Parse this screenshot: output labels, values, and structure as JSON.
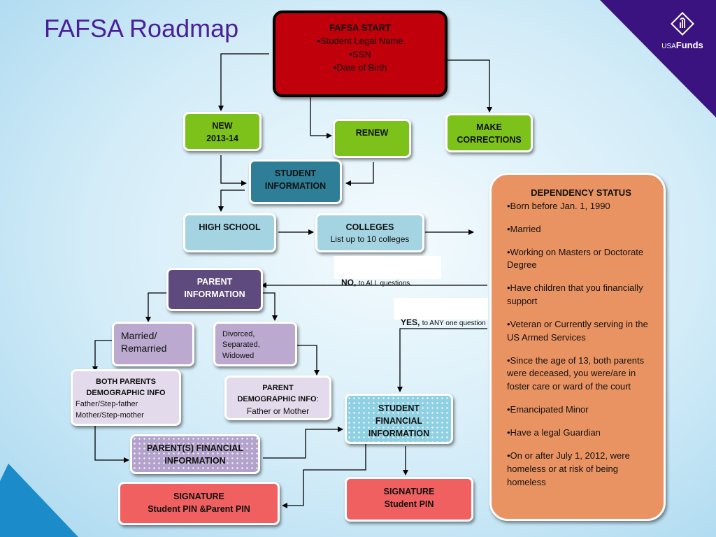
{
  "title": "FAFSA Roadmap",
  "logo": {
    "text_usa": "USA",
    "text_funds": "Funds",
    "icon": "usafunds-diamond-logo"
  },
  "colors": {
    "title": "#4a1f9a",
    "start": "#c0000b",
    "logo_band": "#3b1380"
  },
  "boxes": {
    "start": {
      "title": "FAFSA START",
      "lines": [
        "•Student Legal Name",
        "•SSN",
        "•Date of Birth"
      ]
    },
    "new": {
      "line1": "NEW",
      "line2": "2013-14"
    },
    "renew": {
      "label": "RENEW"
    },
    "make_corrections": {
      "line1": "MAKE",
      "line2": "CORRECTIONS"
    },
    "student_information": {
      "line1": "STUDENT",
      "line2": "INFORMATION"
    },
    "high_school": {
      "label": "HIGH SCHOOL"
    },
    "colleges": {
      "title": "COLLEGES",
      "sub": "List up to 10 colleges"
    },
    "parent_information": {
      "line1": "PARENT",
      "line2": "INFORMATION"
    },
    "married": {
      "line1": "Married/",
      "line2": "Remarried"
    },
    "divorced": {
      "line1": "Divorced,",
      "line2": "Separated,",
      "line3": "Widowed"
    },
    "both_parents": {
      "line1": "BOTH PARENTS",
      "line2": "DEMOGRAPHIC INFO",
      "line3": "Father/Step-father",
      "line4": "Mother/Step-mother"
    },
    "parent_demo": {
      "line1": "PARENT",
      "line2": "DEMOGRAPHIC INFO",
      "colon": ":",
      "line3": "Father or Mother"
    },
    "student_financial": {
      "line1": "STUDENT",
      "line2": "FINANCIAL",
      "line3": "INFORMATION"
    },
    "parents_financial": {
      "line1": "PARENT(S) FINANCIAL",
      "line2": "INFORMATION"
    },
    "signature_parent": {
      "line1": "SIGNATURE",
      "line2": "Student PIN &Parent PIN"
    },
    "signature_student": {
      "line1": "SIGNATURE",
      "line2": "Student PIN"
    }
  },
  "answers": {
    "no": {
      "bold": "NO,",
      "rest": "to ALL questions."
    },
    "yes": {
      "bold": "YES,",
      "rest": "to ANY one question"
    }
  },
  "dependency": {
    "title": "DEPENDENCY STATUS",
    "items": [
      "•Born before Jan. 1, 1990",
      "•Married",
      "•Working on Masters or Doctorate Degree",
      "•Have children that you financially support",
      "•Veteran or Currently serving in the US Armed Services",
      "•Since the age of 13, both parents were deceased, you were/are in foster care or ward of the court",
      "•Emancipated Minor",
      "•Have a legal Guardian",
      "•On or after July 1, 2012, were homeless or at risk of being homeless"
    ]
  }
}
